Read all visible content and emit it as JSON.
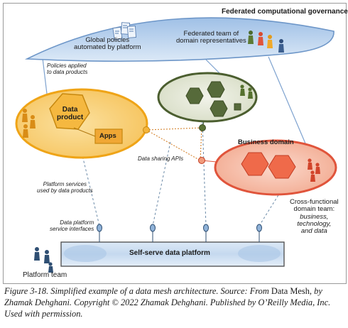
{
  "figure": {
    "governance_title": "Federated computational governance",
    "global_policies": [
      "Global policies",
      "automated by platform"
    ],
    "federated_team": [
      "Federated team of",
      "domain representatives"
    ],
    "policies_applied": [
      "Policies applied",
      "to data products"
    ],
    "data_product": [
      "Data",
      "product"
    ],
    "apps": "Apps",
    "data_sharing_apis": "Data sharing APIs",
    "business_domain": "Business domain",
    "cross_functional": [
      "Cross-functional",
      "domain team:"
    ],
    "team_roles": [
      "business,",
      "technology,",
      "and data"
    ],
    "platform_services": [
      "Platform services",
      "used by data products"
    ],
    "service_interfaces": [
      "Data platform",
      "service interfaces"
    ],
    "self_serve_platform": "Self-serve data platform",
    "platform_team": "Platform team"
  },
  "caption": {
    "p1": "Figure 3-18. Simplified example of a data mesh architecture. Source: From ",
    "p2": "Data Mesh",
    "p3": ", by Zhamak Dehghani. Copyright © 2022 Zhamak Dehghani. Published by O’Reilly Media, Inc. Used with permission."
  },
  "colors": {
    "governance_blue": "#b3cbe8",
    "domain_yellow": "#f2ad1f",
    "domain_green": "#4b5e2f",
    "domain_red": "#e0543b",
    "platform_blue": "#c9ddf2"
  }
}
